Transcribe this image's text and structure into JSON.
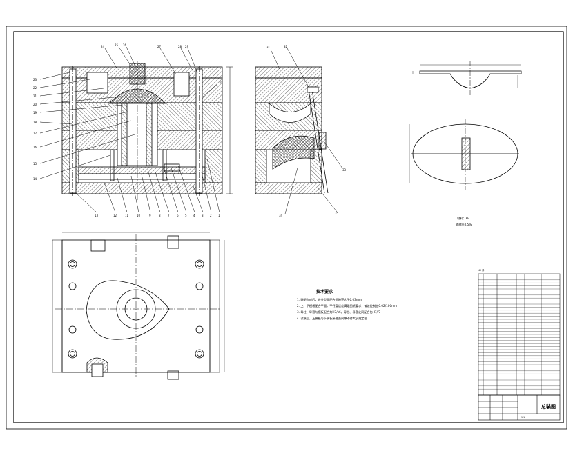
{
  "tech_requirements": {
    "title": "技术要求",
    "items": [
      "1. 装配完成后，各分型面配合间隙不大于0.03mm",
      "2. 上、下模板配合平面，平行度误差满足图纸要求，偏差控制在0.02/100mm",
      "3. 导柱、导套与模板配合为H7/k6，导柱、导套之间配合为H7/f7",
      "4. 试模后，上模板与下模板接合面间隙不得大于规定值"
    ]
  },
  "part_note": {
    "material": "材料：PP",
    "shrinkage": "收缩率0.5%"
  },
  "callouts_left": [
    "23",
    "22",
    "21",
    "20",
    "19",
    "18",
    "17",
    "16",
    "15",
    "14"
  ],
  "callouts_bottom": [
    "13",
    "12",
    "11",
    "10",
    "9",
    "8",
    "7",
    "6",
    "5",
    "4",
    "3",
    "2",
    "1"
  ],
  "callouts_top": [
    "24",
    "25",
    "26",
    "27",
    "28",
    "29",
    "30"
  ],
  "callouts_section": [
    "31",
    "32",
    "33",
    "34",
    "35"
  ],
  "bom_header": "40 件",
  "title_block": {
    "drawing_name": "总装图",
    "scale": "1:1"
  }
}
